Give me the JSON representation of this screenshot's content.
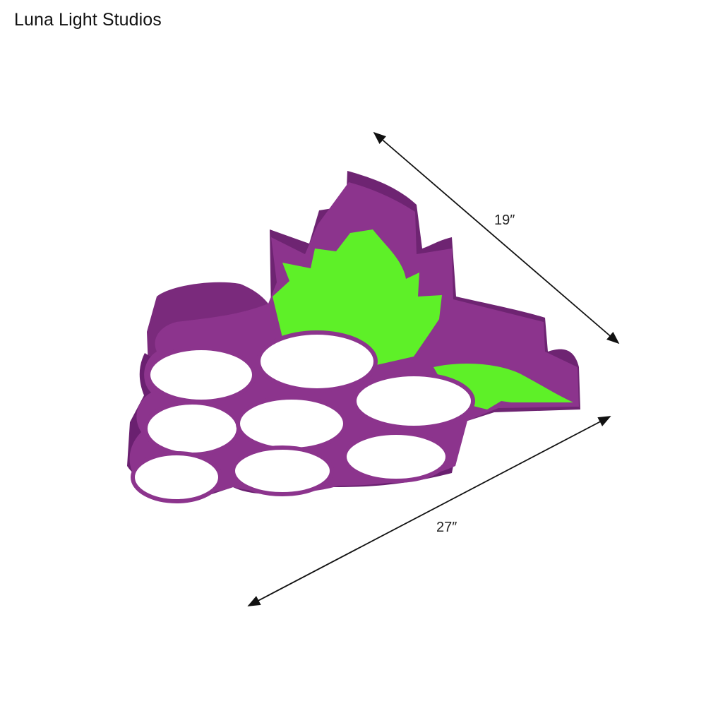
{
  "brand": {
    "name": "Luna Light Studios"
  },
  "product": {
    "depth_label": "19″",
    "width_label": "27″",
    "colors": {
      "frame": "#7a2a7c",
      "frame_dark": "#5e1f61",
      "leaf": "#5ef028",
      "diffuser": "#ffffff",
      "dimension_line": "#111111"
    }
  }
}
